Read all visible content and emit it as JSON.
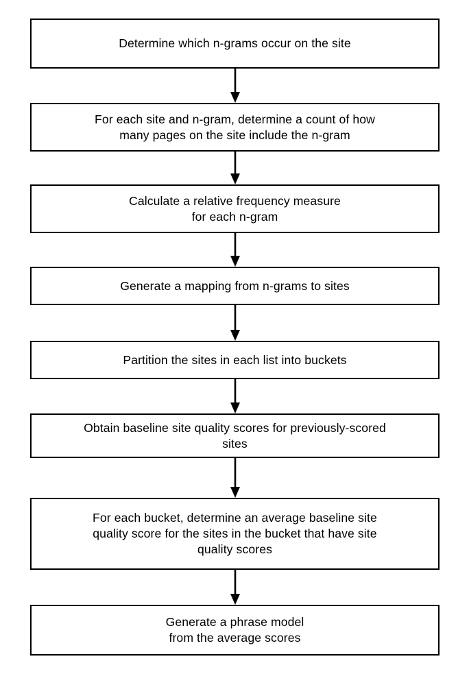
{
  "diagram": {
    "type": "flowchart",
    "orientation": "vertical",
    "background_color": "#ffffff",
    "stroke_color": "#000000",
    "text_color": "#000000",
    "node_count": 8,
    "connector_count": 7,
    "connector_style": "solid line with filled triangular arrowhead pointing down",
    "nodes": [
      {
        "id": "node-1",
        "shape": "rectangle",
        "text": "Determine which n-grams occur on the site"
      },
      {
        "id": "node-2",
        "shape": "rectangle",
        "text": "For each site and n-gram, determine a count of how\nmany pages on the site include the n-gram"
      },
      {
        "id": "node-3",
        "shape": "rectangle",
        "text": "Calculate a relative frequency measure\nfor each n-gram"
      },
      {
        "id": "node-4",
        "shape": "rectangle",
        "text": "Generate a mapping from n-grams to sites"
      },
      {
        "id": "node-5",
        "shape": "rectangle",
        "text": "Partition the sites in each list into buckets"
      },
      {
        "id": "node-6",
        "shape": "rectangle",
        "text": "Obtain baseline site quality scores for previously-scored\nsites"
      },
      {
        "id": "node-7",
        "shape": "rectangle",
        "text": "For each bucket, determine an average baseline site\nquality score for the sites in the bucket that have site\nquality scores"
      },
      {
        "id": "node-8",
        "shape": "rectangle",
        "text": "Generate a phrase model\nfrom the average scores"
      }
    ],
    "edges": [
      {
        "id": "edge-1",
        "from": "node-1",
        "to": "node-2",
        "label": ""
      },
      {
        "id": "edge-2",
        "from": "node-2",
        "to": "node-3",
        "label": ""
      },
      {
        "id": "edge-3",
        "from": "node-3",
        "to": "node-4",
        "label": ""
      },
      {
        "id": "edge-4",
        "from": "node-4",
        "to": "node-5",
        "label": ""
      },
      {
        "id": "edge-5",
        "from": "node-5",
        "to": "node-6",
        "label": ""
      },
      {
        "id": "edge-6",
        "from": "node-6",
        "to": "node-7",
        "label": ""
      },
      {
        "id": "edge-7",
        "from": "node-7",
        "to": "node-8",
        "label": ""
      }
    ]
  }
}
